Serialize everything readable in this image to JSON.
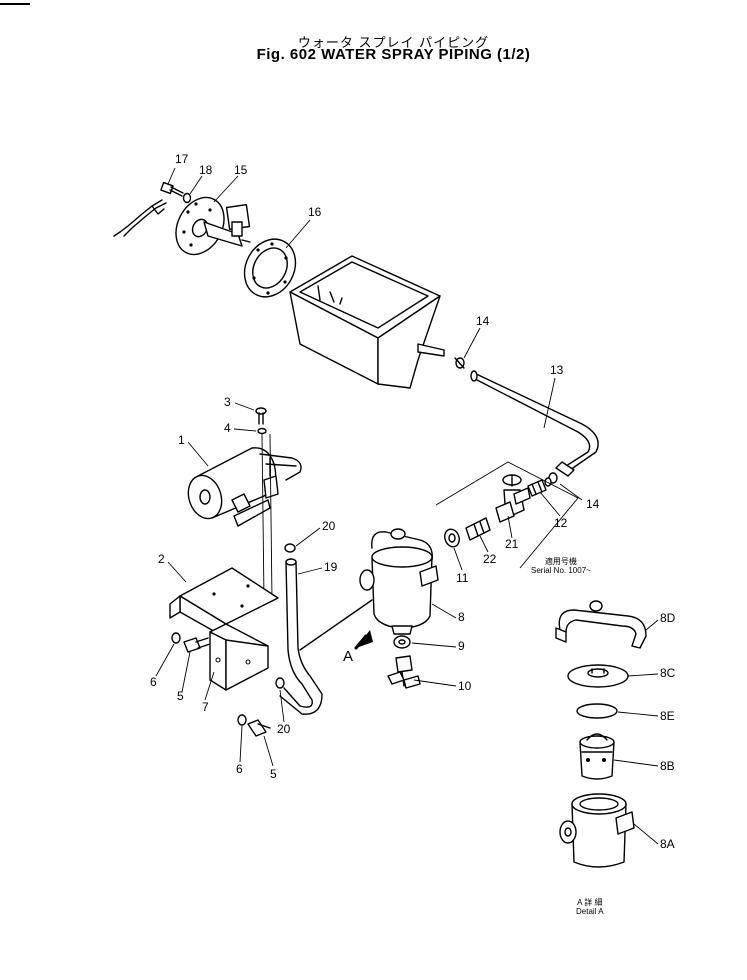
{
  "title": {
    "japanese": "ウォータ スプレイ パイピング",
    "english": "Fig. 602  WATER  SPRAY  PIPING  (1/2)"
  },
  "callouts": [
    {
      "id": "c-17",
      "text": "17"
    },
    {
      "id": "c-18",
      "text": "18"
    },
    {
      "id": "c-15",
      "text": "15"
    },
    {
      "id": "c-16",
      "text": "16"
    },
    {
      "id": "c-14a",
      "text": "14"
    },
    {
      "id": "c-13",
      "text": "13"
    },
    {
      "id": "c-3",
      "text": "3"
    },
    {
      "id": "c-4",
      "text": "4"
    },
    {
      "id": "c-1",
      "text": "1"
    },
    {
      "id": "c-14b",
      "text": "14"
    },
    {
      "id": "c-12",
      "text": "12"
    },
    {
      "id": "c-21",
      "text": "21"
    },
    {
      "id": "c-22",
      "text": "22"
    },
    {
      "id": "c-11",
      "text": "11"
    },
    {
      "id": "c-20a",
      "text": "20"
    },
    {
      "id": "c-19",
      "text": "19"
    },
    {
      "id": "c-2",
      "text": "2"
    },
    {
      "id": "c-8",
      "text": "8"
    },
    {
      "id": "c-9",
      "text": "9"
    },
    {
      "id": "c-10",
      "text": "10"
    },
    {
      "id": "c-6a",
      "text": "6"
    },
    {
      "id": "c-5a",
      "text": "5"
    },
    {
      "id": "c-7",
      "text": "7"
    },
    {
      "id": "c-20b",
      "text": "20"
    },
    {
      "id": "c-6b",
      "text": "6"
    },
    {
      "id": "c-5b",
      "text": "5"
    },
    {
      "id": "c-8D",
      "text": "8D"
    },
    {
      "id": "c-8C",
      "text": "8C"
    },
    {
      "id": "c-8E",
      "text": "8E"
    },
    {
      "id": "c-8B",
      "text": "8B"
    },
    {
      "id": "c-8A",
      "text": "8A"
    }
  ],
  "view_marker": "A",
  "serial_note": {
    "japanese": "適用号機",
    "english": "Serial No. 1007~"
  },
  "detail_note": {
    "japanese": "A 詳 細",
    "english": "Detail A"
  }
}
